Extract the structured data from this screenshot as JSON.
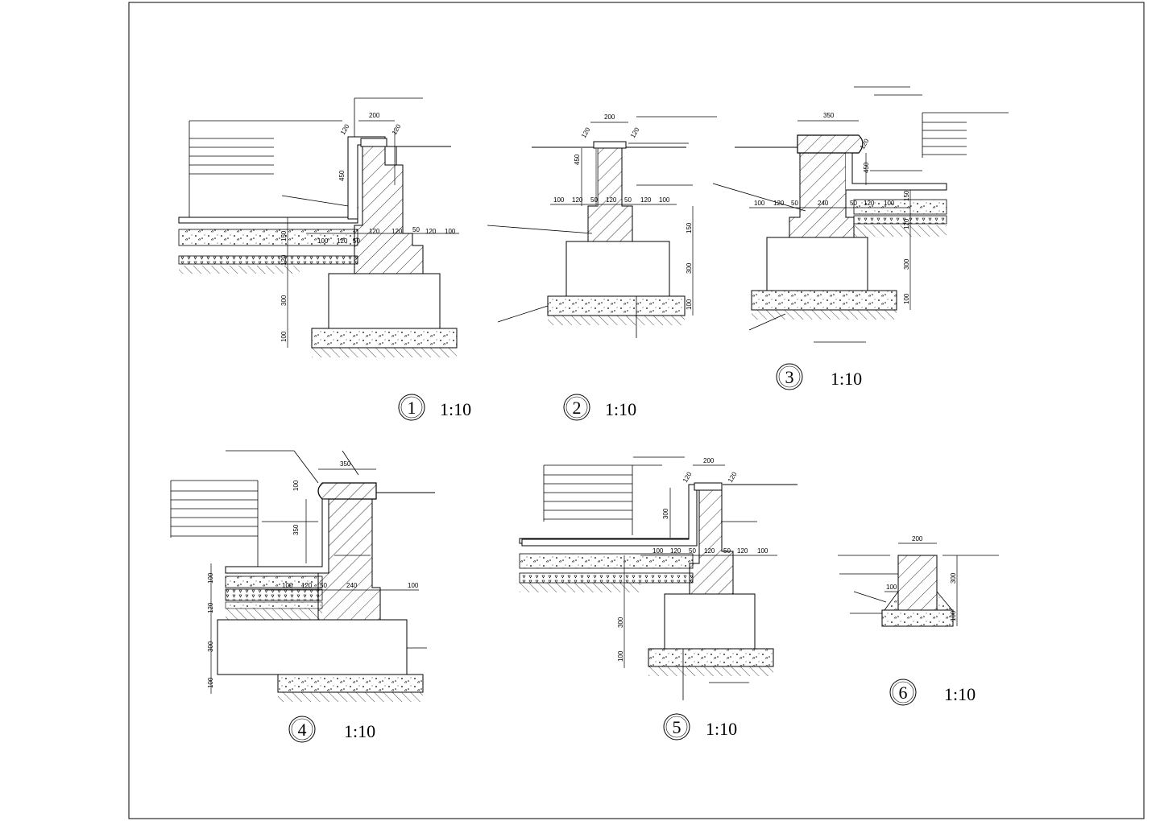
{
  "sheet": {
    "details": [
      {
        "num": "1",
        "scale": "1:10",
        "dims": {
          "top_width": "200",
          "cap": "120",
          "cap2": "120",
          "h_wall": "450",
          "base_row": [
            "100",
            "120",
            "50",
            "120",
            "120",
            "50",
            "120",
            "100"
          ],
          "h_found": "300",
          "h_pad": "100",
          "h_layer": "150",
          "h_sub": "120"
        }
      },
      {
        "num": "2",
        "scale": "1:10",
        "dims": {
          "top_width": "200",
          "cap": "120",
          "cap2": "120",
          "h_wall": "450",
          "base_row": [
            "100",
            "120",
            "50",
            "120",
            "50",
            "120",
            "100"
          ],
          "h_step": "150",
          "h_found": "300",
          "h_pad": "100"
        }
      },
      {
        "num": "3",
        "scale": "1:10",
        "dims": {
          "top_width": "350",
          "cap": "120",
          "h_wall": "450",
          "base_row": [
            "100",
            "120",
            "50",
            "240",
            "50",
            "120",
            "100"
          ],
          "h_layer": "150",
          "h_sub": "120",
          "h_found": "300",
          "h_pad": "100"
        }
      },
      {
        "num": "4",
        "scale": "1:10",
        "dims": {
          "top_width": "350",
          "cap": "100",
          "h_wall": "350",
          "base_row": [
            "100",
            "120",
            "50",
            "240",
            "100"
          ],
          "h_layer": "100",
          "h_sub": "120",
          "h_found": "300",
          "h_pad": "100"
        }
      },
      {
        "num": "5",
        "scale": "1:10",
        "dims": {
          "top_width": "200",
          "cap": "120",
          "cap2": "120",
          "h_wall": "300",
          "base_row": [
            "100",
            "120",
            "50",
            "120",
            "50",
            "120",
            "100"
          ],
          "h_found": "300",
          "h_pad": "100"
        }
      },
      {
        "num": "6",
        "scale": "1:10",
        "dims": {
          "top_width": "200",
          "h_wall": "300",
          "side": "100",
          "h_pad": "100"
        }
      }
    ]
  }
}
